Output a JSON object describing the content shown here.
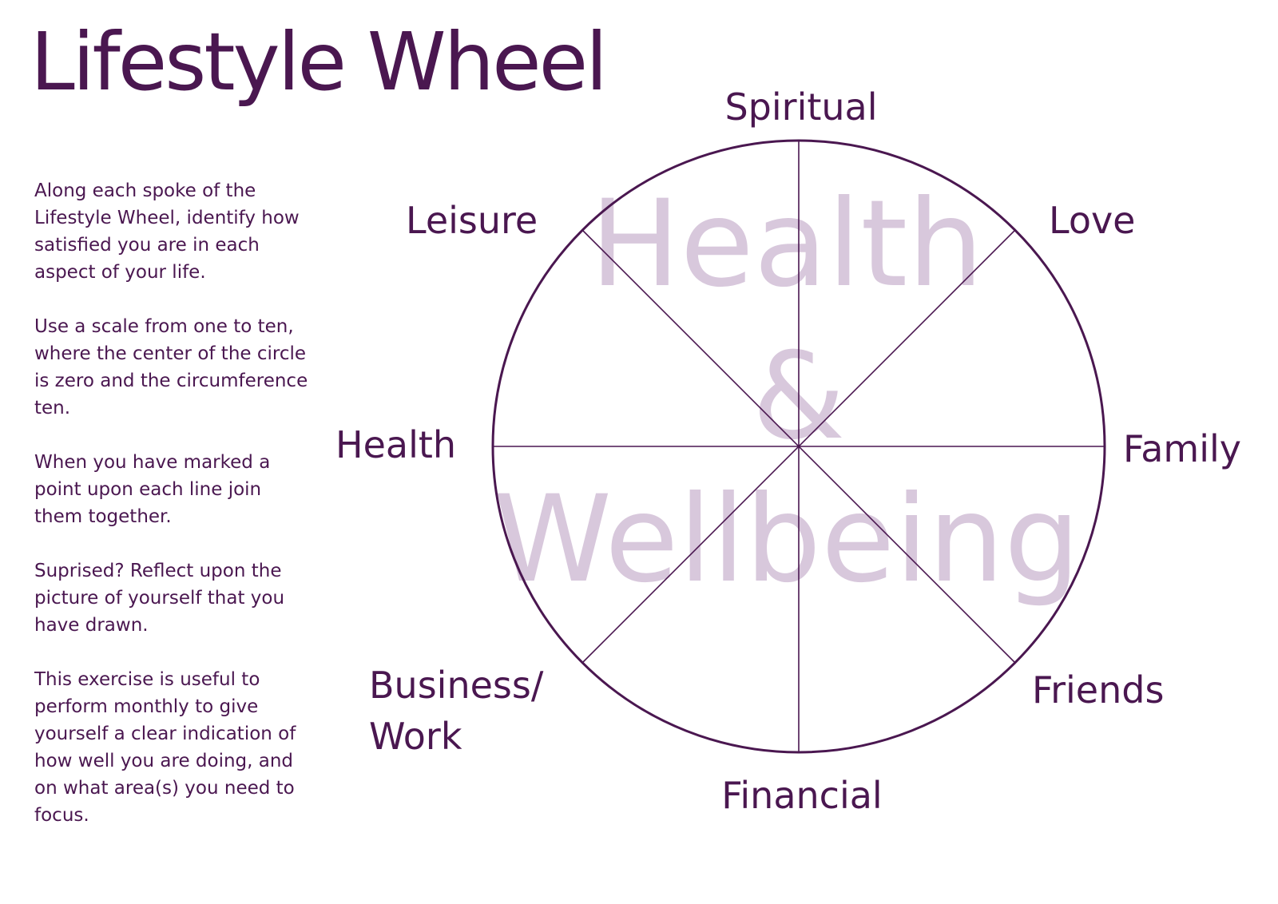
{
  "title": "Lifestyle Wheel",
  "instructions": [
    "Along each spoke of the\nLifestyle Wheel, identify how\nsatisfied you are in each\naspect of your life.",
    "Use a scale from one to ten,\nwhere the center of the circle\nis zero and the circumference\nten.",
    "When you have marked a\npoint upon each line join\nthem together.",
    "Suprised? Reflect upon the\npicture of yourself that you\nhave drawn.",
    "This exercise is useful to\nperform monthly to give\nyourself a clear indication of\nhow well you are doing, and\non what area(s) you need to\nfocus."
  ],
  "wheel": {
    "watermark": {
      "line1": "Health",
      "line2": "&",
      "line3": "Wellbeing"
    },
    "scale": {
      "center": 0,
      "circumference": 10
    },
    "spokes": {
      "spiritual": "Spiritual",
      "love": "Love",
      "family": "Family",
      "friends": "Friends",
      "financial": "Financial",
      "business_line1": "Business/",
      "business_line2": "Work",
      "health": "Health",
      "leisure": "Leisure"
    }
  },
  "colors": {
    "text": "#4a1750",
    "lines": "#4a1750",
    "watermark": "#d8c8dc"
  }
}
